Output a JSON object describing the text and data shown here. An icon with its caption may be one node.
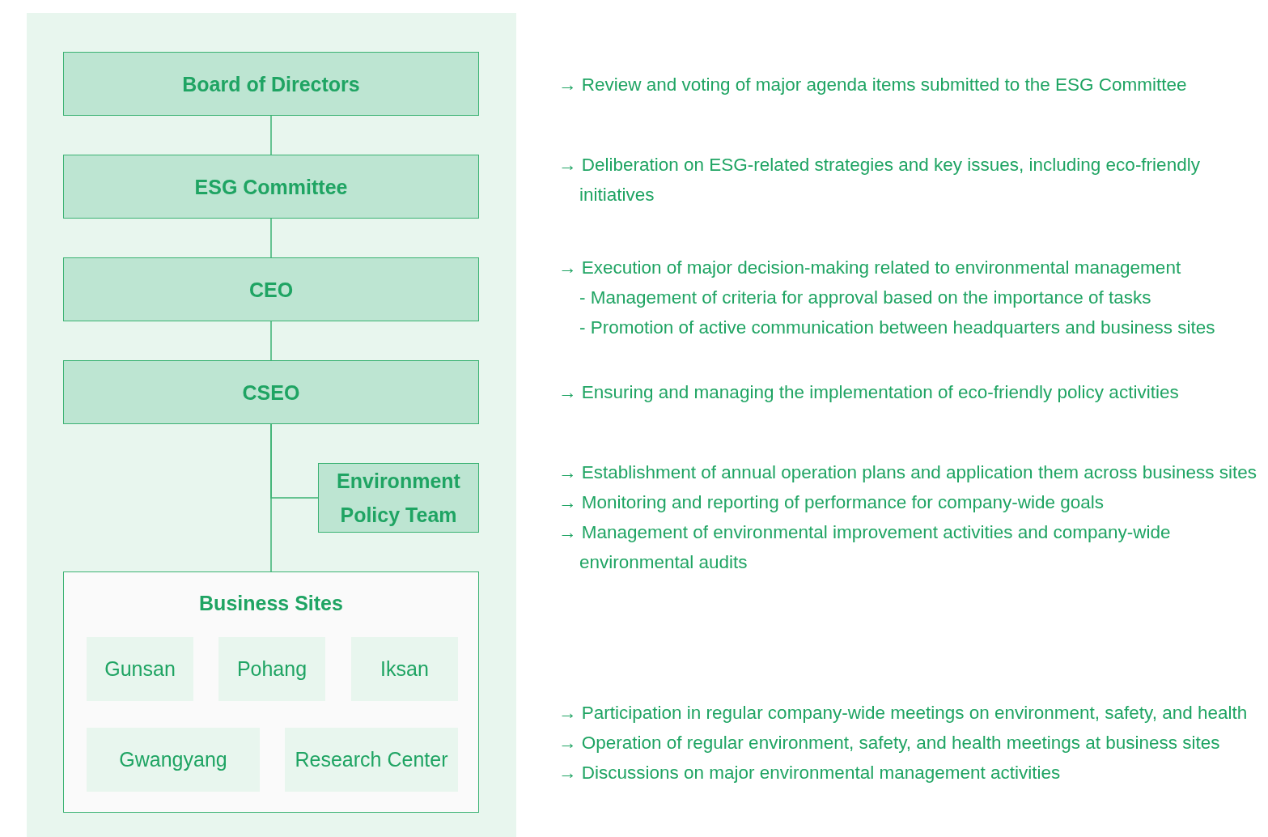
{
  "diagram": {
    "nodes": [
      {
        "text": [
          "Board of Directors"
        ]
      },
      {
        "text": [
          "ESG Committee"
        ]
      },
      {
        "text": [
          "CEO"
        ]
      },
      {
        "text": [
          "CSEO"
        ]
      },
      {
        "text": [
          "Environment Policy Team"
        ]
      },
      {
        "text": [
          "Business Sites"
        ]
      },
      {
        "text": [
          "Gunsan"
        ],
        "in": 5
      },
      {
        "text": [
          "Pohang"
        ],
        "in": 5
      },
      {
        "text": [
          "Iksan"
        ],
        "in": 5
      },
      {
        "text": [
          "Gwangyang"
        ],
        "in": 5
      },
      {
        "text": [
          "Research Center"
        ],
        "in": 5
      }
    ],
    "edges": [
      {
        "from": 0,
        "to": 1,
        "arrow": "none"
      },
      {
        "from": 1,
        "to": 2,
        "arrow": "none"
      },
      {
        "from": 2,
        "to": 3,
        "arrow": "none"
      },
      {
        "from": 3,
        "to": 4,
        "arrow": "none"
      },
      {
        "from": 3,
        "to": 5,
        "arrow": "none"
      }
    ],
    "labels": [
      "→ Review and voting of major agenda items submitted to the ESG Committee",
      "→ Deliberation on ESG-related strategies and key issues, including eco-friendly initiatives",
      "→ Execution of major decision-making related to environmental management",
      "- Management of criteria for approval based on the importance of tasks",
      "- Promotion of active communication between headquarters and business sites",
      "→ Ensuring and managing the implementation of eco-friendly policy activities",
      "→ Establishment of annual operation plans and application them across business sites",
      "→ Monitoring and reporting of performance for company-wide goals",
      "→ Management of environmental improvement activities and company-wide environmental audits",
      "→ Participation in regular company-wide meetings on environment, safety, and health",
      "→ Operation of regular environment, safety, and health meetings at business sites",
      "→ Discussions on major environmental management activities"
    ]
  }
}
